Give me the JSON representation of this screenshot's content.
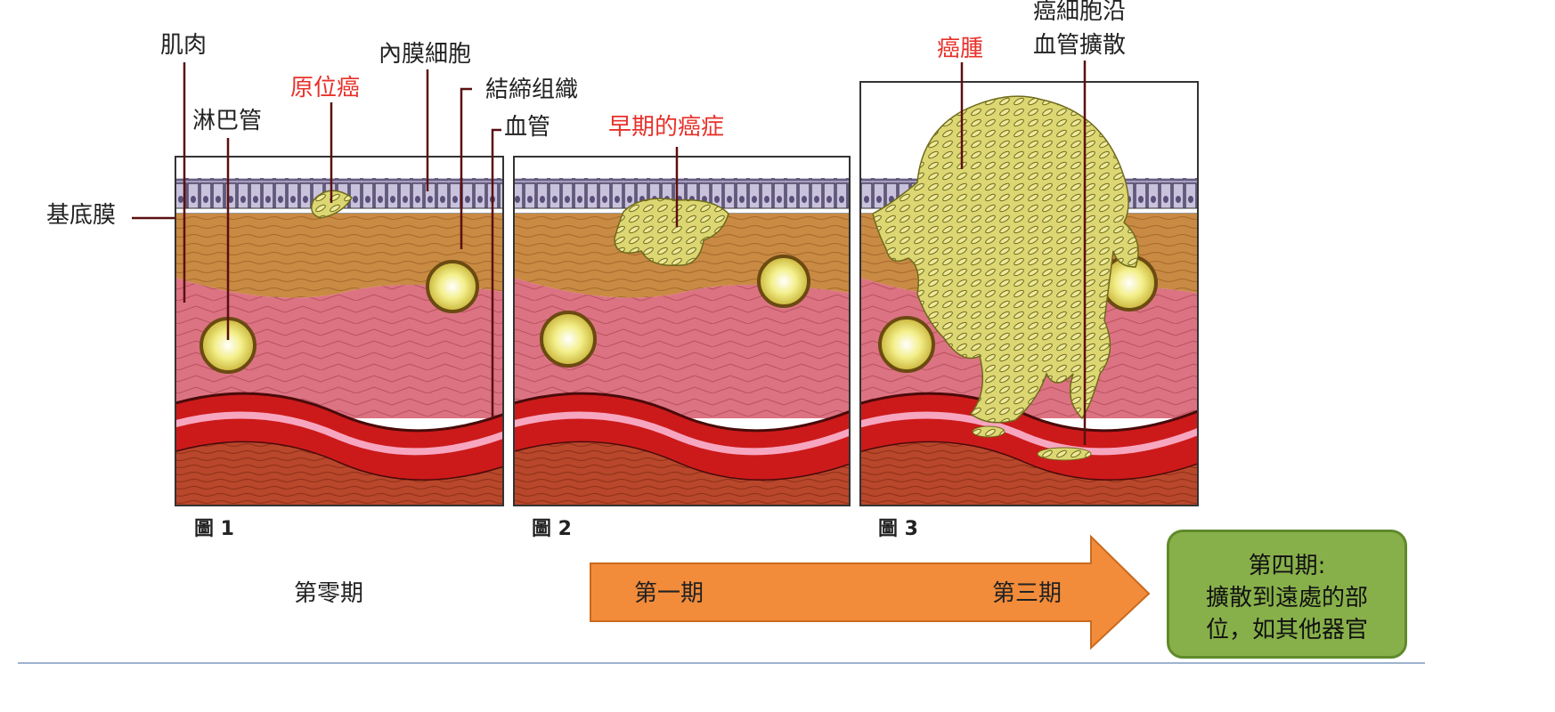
{
  "labels": {
    "muscle": "肌肉",
    "lymph": "淋巴管",
    "insitu": "原位癌",
    "endo": "內膜細胞",
    "connective": "結締组織",
    "vessel": "血管",
    "basement": "基底膜",
    "early": "早期的癌症",
    "tumor": "癌腫",
    "spread_line1": "癌細胞沿",
    "spread_line2": "血管擴散"
  },
  "figures": [
    "圖 1",
    "圖 2",
    "圖 3"
  ],
  "stages": {
    "stage0": "第零期",
    "stage1": "第一期",
    "stage3": "第三期",
    "stage4_line1": "第四期:",
    "stage4_line2": "擴散到遠處的部",
    "stage4_line3": "位，如其他器官"
  },
  "colors": {
    "red_label": "#e8312a",
    "arrow": "#f28c3a",
    "stage4_box": "#88b04a",
    "epithelium": "#9c93b6",
    "connective": "#c8893e",
    "muscle": "#d9707d",
    "blood": "#cc1a1a",
    "tumor": "#d9d36a"
  }
}
